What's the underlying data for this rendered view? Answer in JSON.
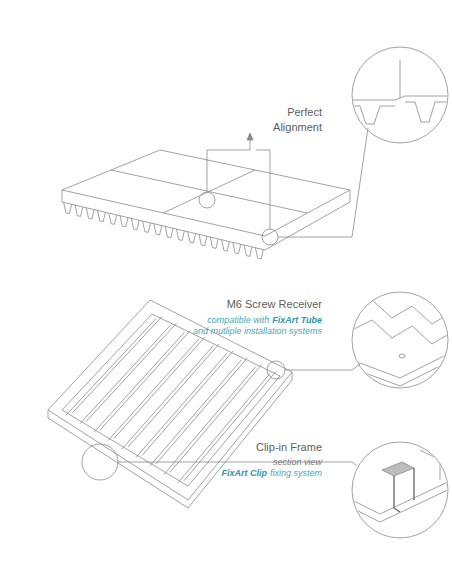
{
  "diagram": {
    "labels": [
      "Perfect Alignment",
      "M6 Screw Receiver",
      "compatible with",
      "FixArt Tube",
      "and mutliple installation systems",
      "Clip-in Frame",
      "section view",
      "FixArt Clip",
      "fixing system"
    ]
  }
}
